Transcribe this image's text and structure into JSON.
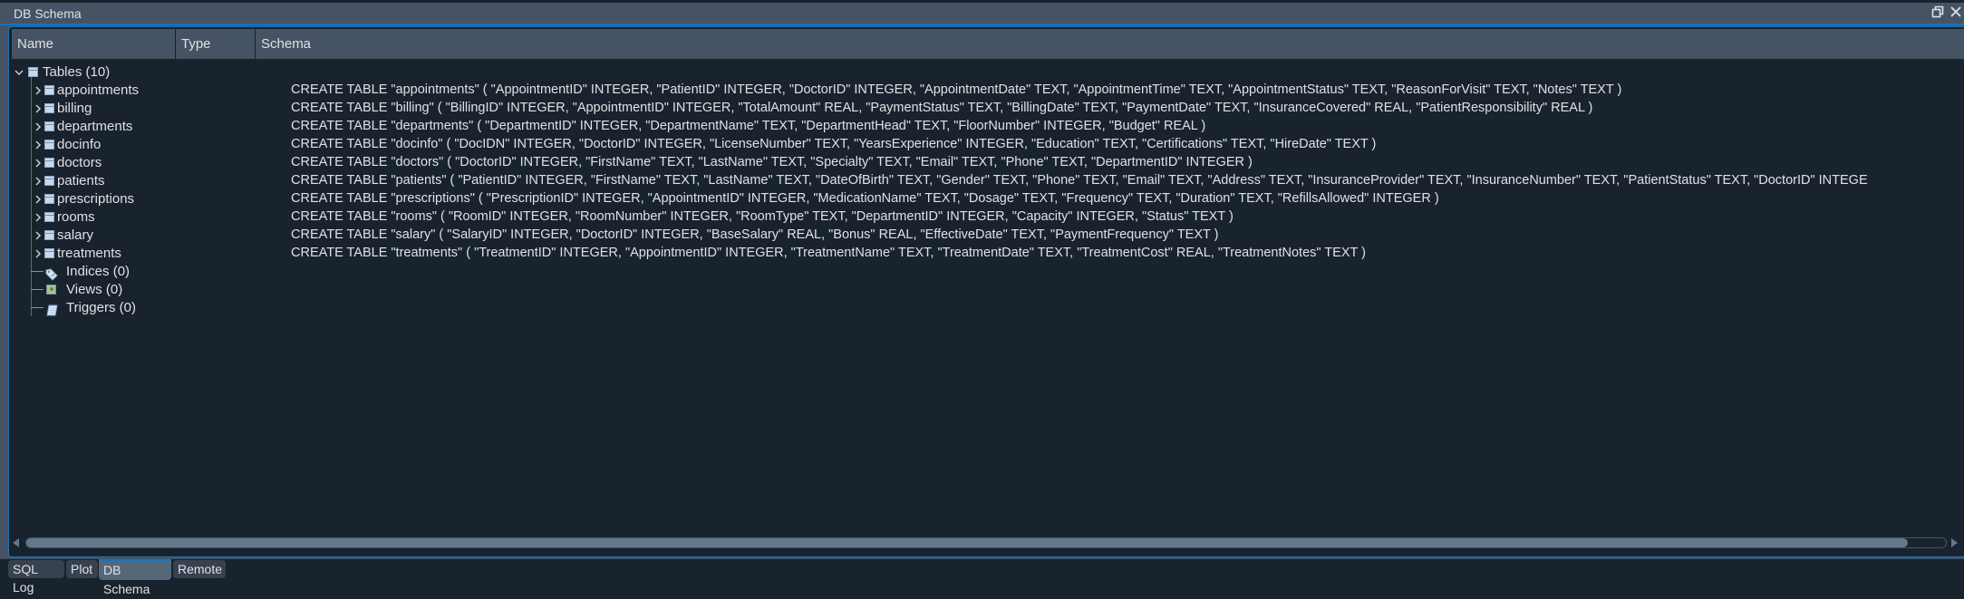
{
  "window": {
    "title": "DB Schema",
    "restore_icon": "float-restore-icon",
    "close_icon": "close-icon"
  },
  "columns": [
    "Name",
    "Type",
    "Schema"
  ],
  "tree": {
    "tables": {
      "label": "Tables (10)",
      "icon": "table-icon",
      "expanded": true,
      "items": [
        {
          "name": "appointments",
          "type": "",
          "schema": "CREATE TABLE \"appointments\" ( \"AppointmentID\" INTEGER, \"PatientID\" INTEGER, \"DoctorID\" INTEGER, \"AppointmentDate\" TEXT, \"AppointmentTime\" TEXT, \"AppointmentStatus\" TEXT, \"ReasonForVisit\" TEXT, \"Notes\" TEXT )"
        },
        {
          "name": "billing",
          "type": "",
          "schema": "CREATE TABLE \"billing\" ( \"BillingID\" INTEGER, \"AppointmentID\" INTEGER, \"TotalAmount\" REAL, \"PaymentStatus\" TEXT, \"BillingDate\" TEXT, \"PaymentDate\" TEXT, \"InsuranceCovered\" REAL, \"PatientResponsibility\" REAL )"
        },
        {
          "name": "departments",
          "type": "",
          "schema": "CREATE TABLE \"departments\" ( \"DepartmentID\" INTEGER, \"DepartmentName\" TEXT, \"DepartmentHead\" TEXT, \"FloorNumber\" INTEGER, \"Budget\" REAL )"
        },
        {
          "name": "docinfo",
          "type": "",
          "schema": "CREATE TABLE \"docinfo\" ( \"DocIDN\" INTEGER, \"DoctorID\" INTEGER, \"LicenseNumber\" TEXT, \"YearsExperience\" INTEGER, \"Education\" TEXT, \"Certifications\" TEXT, \"HireDate\" TEXT )"
        },
        {
          "name": "doctors",
          "type": "",
          "schema": "CREATE TABLE \"doctors\" ( \"DoctorID\" INTEGER, \"FirstName\" TEXT, \"LastName\" TEXT, \"Specialty\" TEXT, \"Email\" TEXT, \"Phone\" TEXT, \"DepartmentID\" INTEGER )"
        },
        {
          "name": "patients",
          "type": "",
          "schema": "CREATE TABLE \"patients\" ( \"PatientID\" INTEGER, \"FirstName\" TEXT, \"LastName\" TEXT, \"DateOfBirth\" TEXT, \"Gender\" TEXT, \"Phone\" TEXT, \"Email\" TEXT, \"Address\" TEXT, \"InsuranceProvider\" TEXT, \"InsuranceNumber\" TEXT, \"PatientStatus\" TEXT, \"DoctorID\" INTEGE"
        },
        {
          "name": "prescriptions",
          "type": "",
          "schema": "CREATE TABLE \"prescriptions\" ( \"PrescriptionID\" INTEGER, \"AppointmentID\" INTEGER, \"MedicationName\" TEXT, \"Dosage\" TEXT, \"Frequency\" TEXT, \"Duration\" TEXT, \"RefillsAllowed\" INTEGER )"
        },
        {
          "name": "rooms",
          "type": "",
          "schema": "CREATE TABLE \"rooms\" ( \"RoomID\" INTEGER, \"RoomNumber\" INTEGER, \"RoomType\" TEXT, \"DepartmentID\" INTEGER, \"Capacity\" INTEGER, \"Status\" TEXT )"
        },
        {
          "name": "salary",
          "type": "",
          "schema": "CREATE TABLE \"salary\" ( \"SalaryID\" INTEGER, \"DoctorID\" INTEGER, \"BaseSalary\" REAL, \"Bonus\" REAL, \"EffectiveDate\" TEXT, \"PaymentFrequency\" TEXT )"
        },
        {
          "name": "treatments",
          "type": "",
          "schema": "CREATE TABLE \"treatments\" ( \"TreatmentID\" INTEGER, \"AppointmentID\" INTEGER, \"TreatmentName\" TEXT, \"TreatmentDate\" TEXT, \"TreatmentCost\" REAL, \"TreatmentNotes\" TEXT )"
        }
      ]
    },
    "indices": {
      "label": "Indices (0)",
      "icon": "tag-icon"
    },
    "views": {
      "label": "Views (0)",
      "icon": "view-icon"
    },
    "triggers": {
      "label": "Triggers (0)",
      "icon": "scroll-icon"
    }
  },
  "bottom_tabs": [
    {
      "label": "SQL Log",
      "active": false
    },
    {
      "label": "Plot",
      "active": false
    },
    {
      "label": "DB Schema",
      "active": true
    },
    {
      "label": "Remote",
      "active": false
    }
  ],
  "colors": {
    "background": "#19232d",
    "header": "#455364",
    "accent": "#1a72bb",
    "text": "#e0e1e3",
    "scroll_thumb": "#60798b"
  }
}
